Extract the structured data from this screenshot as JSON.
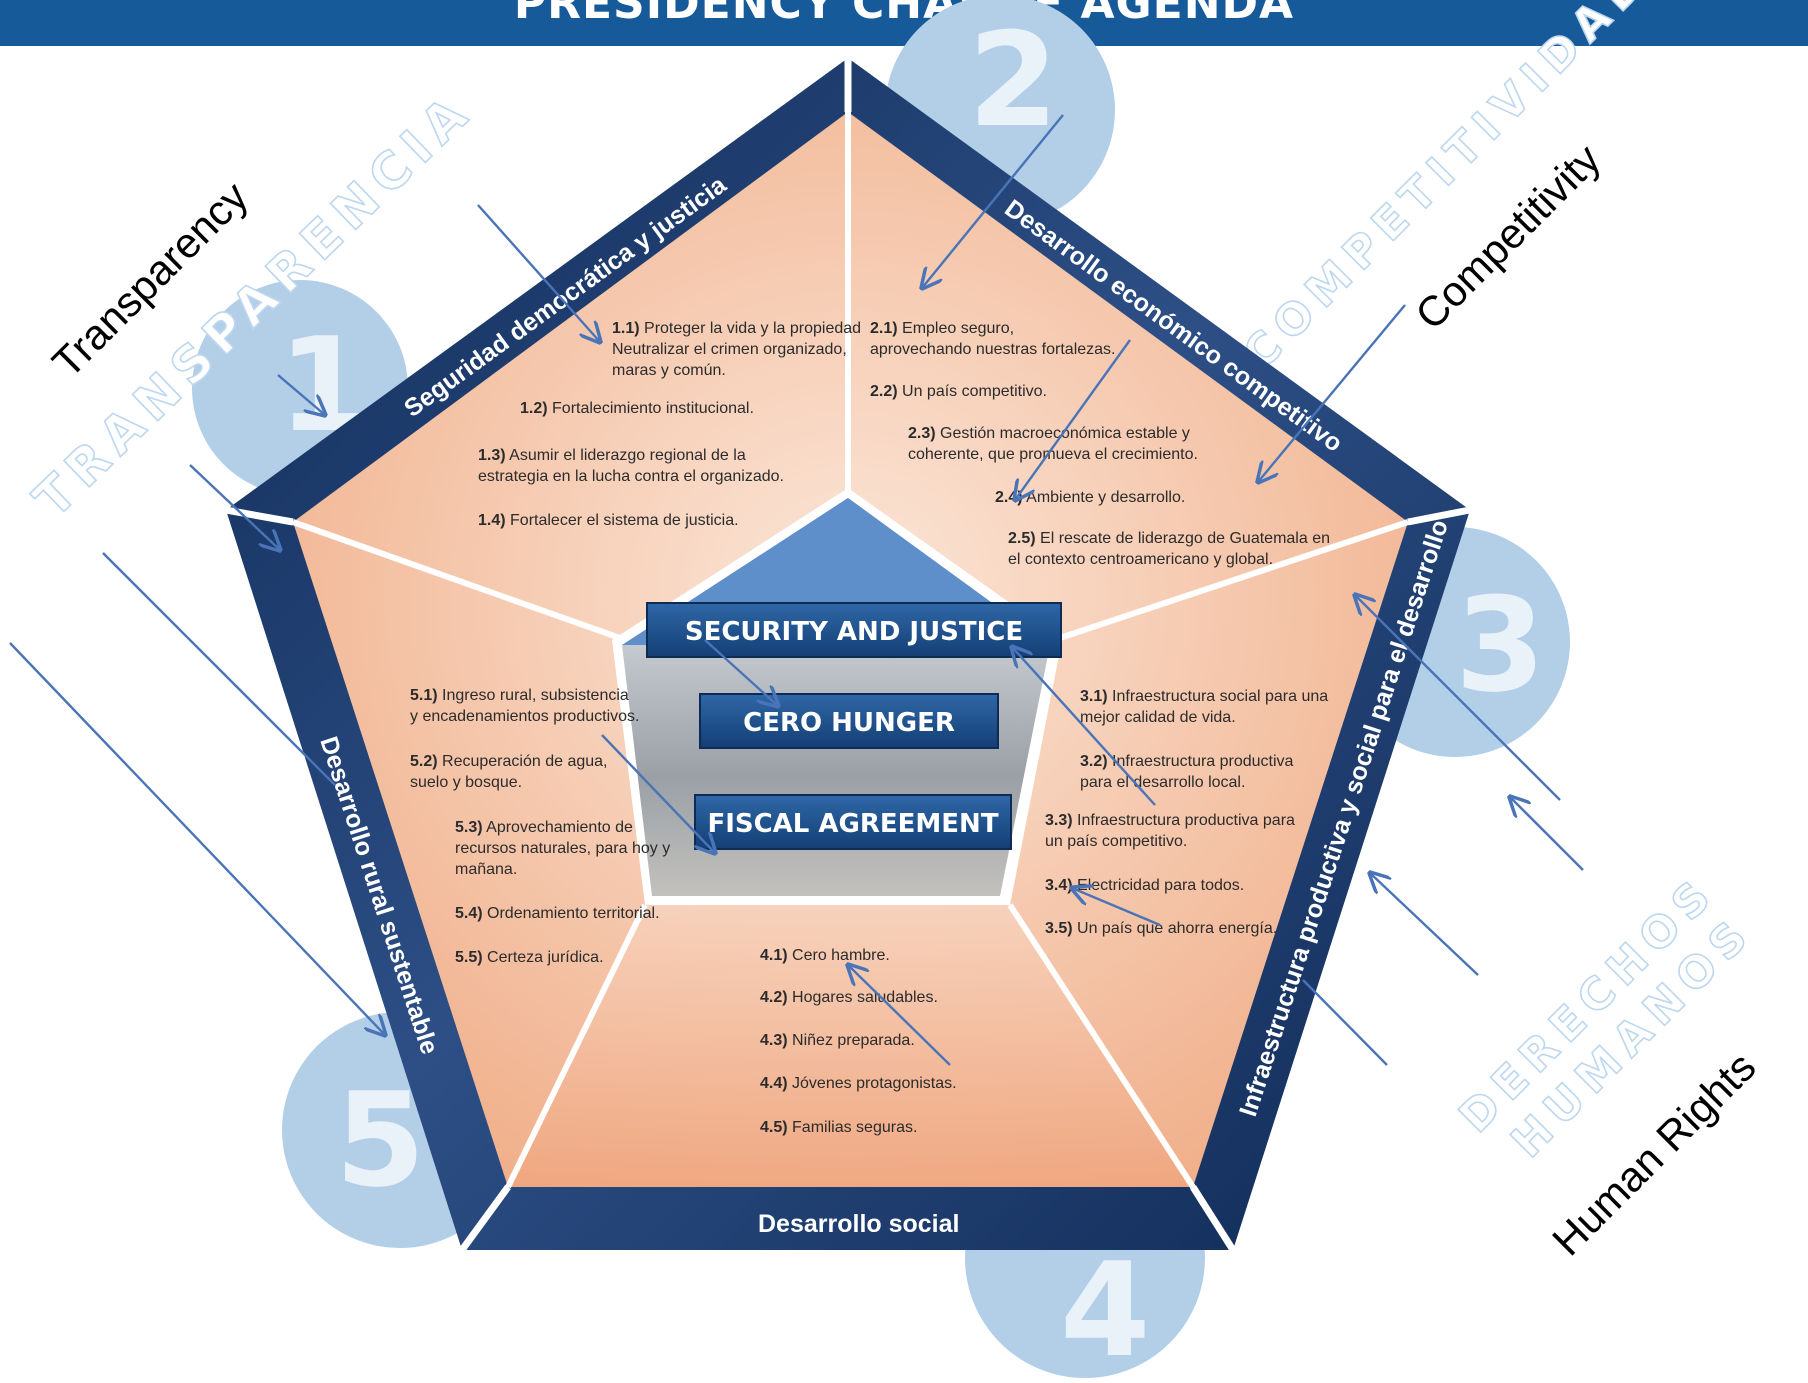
{
  "header": {
    "title": "PRESIDENCY   CHANGE AGENDA"
  },
  "numbers": [
    "1",
    "2",
    "3",
    "4",
    "5"
  ],
  "pillars": {
    "p1": {
      "title": "Seguridad democrática y justicia",
      "items": [
        {
          "num": "1.1)",
          "text": "Proteger la vida y la propiedad"
        },
        {
          "num": "",
          "text": "Neutralizar el crimen organizado,"
        },
        {
          "num": "",
          "text": "maras y común."
        },
        {
          "num": "1.2)",
          "text": "Fortalecimiento institucional."
        },
        {
          "num": "1.3)",
          "text": "Asumir el liderazgo regional de la"
        },
        {
          "num": "",
          "text": "estrategia en la lucha contra el organizado."
        },
        {
          "num": "1.4)",
          "text": "Fortalecer el sistema de justicia."
        }
      ]
    },
    "p2": {
      "title": "Desarrollo económico competitivo",
      "items": [
        {
          "num": "2.1)",
          "text": "Empleo seguro,"
        },
        {
          "num": "",
          "text": "aprovechando  nuestras fortalezas."
        },
        {
          "num": "2.2)",
          "text": "Un país competitivo."
        },
        {
          "num": "2.3)",
          "text": "Gestión macroeconómica estable y"
        },
        {
          "num": "",
          "text": "coherente, que promueva el crecimiento."
        },
        {
          "num": "2.4)",
          "text": "Ambiente y desarrollo."
        },
        {
          "num": "2.5)",
          "text": "El rescate de liderazgo de Guatemala en"
        },
        {
          "num": "",
          "text": "el contexto  centroamericano y global."
        }
      ]
    },
    "p3": {
      "title": "Infraestructura productiva y social para el desarrollo",
      "items": [
        {
          "num": "3.1)",
          "text": "Infraestructura social para una"
        },
        {
          "num": "",
          "text": "mejor calidad de vida."
        },
        {
          "num": "3.2)",
          "text": "Infraestructura productiva"
        },
        {
          "num": "",
          "text": "para  el desarrollo local."
        },
        {
          "num": "3.3)",
          "text": "Infraestructura productiva para"
        },
        {
          "num": "",
          "text": "un país competitivo."
        },
        {
          "num": "3.4)",
          "text": "Electricidad para todos."
        },
        {
          "num": "3.5)",
          "text": "Un país que ahorra energía."
        }
      ]
    },
    "p4": {
      "title": "Desarrollo social",
      "items": [
        {
          "num": "4.1)",
          "text": "Cero hambre."
        },
        {
          "num": "4.2)",
          "text": "Hogares saludables."
        },
        {
          "num": "4.3)",
          "text": "Niñez preparada."
        },
        {
          "num": "4.4)",
          "text": "Jóvenes protagonistas."
        },
        {
          "num": "4.5)",
          "text": "Familias seguras."
        }
      ]
    },
    "p5": {
      "title": "Desarrollo rural sustentable",
      "items": [
        {
          "num": "5.1)",
          "text": "Ingreso rural, subsistencia"
        },
        {
          "num": "",
          "text": "y encadenamientos productivos."
        },
        {
          "num": "5.2)",
          "text": "Recuperación de agua,"
        },
        {
          "num": "",
          "text": "suelo y bosque."
        },
        {
          "num": "5.3)",
          "text": "Aprovechamiento de"
        },
        {
          "num": "",
          "text": "recursos naturales, para hoy y"
        },
        {
          "num": "",
          "text": "mañana."
        },
        {
          "num": "5.4)",
          "text": "Ordenamiento territorial."
        },
        {
          "num": "5.5)",
          "text": "Certeza jurídica."
        }
      ]
    }
  },
  "center": {
    "labels": {
      "security": "SECURITY AND JUSTICE",
      "hunger": "CERO HUNGER",
      "fiscal": "FISCAL AGREEMENT"
    }
  },
  "watermarks": {
    "transparencia": "TRANSPARENCIA",
    "competitividad": "COMPETITIVIDAD",
    "derechos": "DERECHOS",
    "humanos": "HUMANOS"
  },
  "themes": {
    "transparency": "Transparency",
    "competitivity": "Competitivity",
    "human_rights": "Human Rights"
  },
  "colors": {
    "header_blue": "#175a9a",
    "frame_navy": "#15305e",
    "segment_peach": "#f5c6aa",
    "circle_blue": "#a9c8e4",
    "arrow_blue": "#4a74b8",
    "center_box": "#1d4f8a"
  }
}
